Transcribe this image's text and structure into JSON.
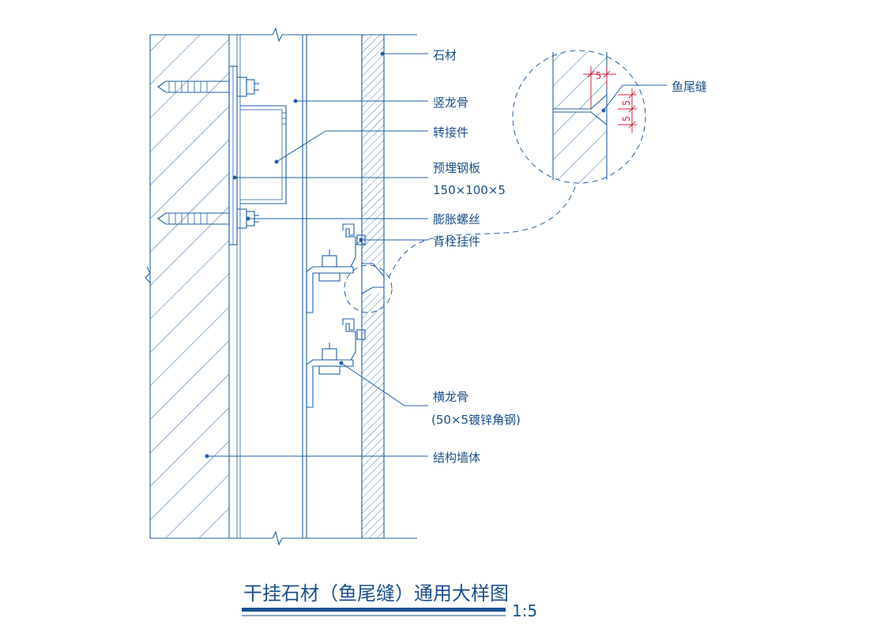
{
  "drawing": {
    "title": "干挂石材（鱼尾缝）通用大样图",
    "scale": "1:5",
    "colors": {
      "line": "#1f5fa8",
      "text": "#1a4f8e",
      "dimension": "#d7263d",
      "title_bar": "#1a4f8e"
    }
  },
  "labels": {
    "stone": "石材",
    "vertical_keel": "竖龙骨",
    "adapter": "转接件",
    "embedded_plate": "预埋钢板",
    "embedded_plate_size": "150×100×5",
    "expansion_bolt": "膨胀螺丝",
    "back_bolt_hanger": "背栓挂件",
    "horizontal_keel": "横龙骨",
    "horizontal_keel_spec": "(50×5镀锌角钢)",
    "structural_wall": "结构墙体",
    "fishtail_joint": "鱼尾缝"
  },
  "dimensions": {
    "horizontal": "5",
    "vertical_top": "5",
    "vertical_bottom": "5"
  }
}
